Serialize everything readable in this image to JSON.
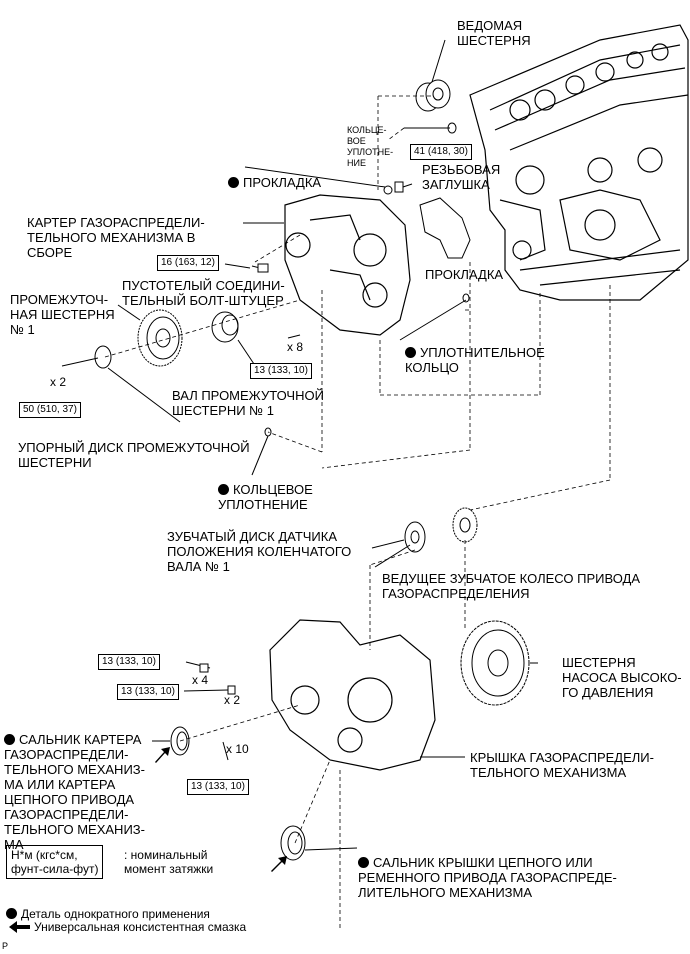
{
  "labels": {
    "driven_gear": "ВЕДОМАЯ\nШЕСТЕРНЯ",
    "o_ring_top": "КОЛЬЦЕ-\nВОЕ\nУПЛОТНЕ-\nНИЕ",
    "torque_41": "41 (418, 30)",
    "threaded_plug": "РЕЗЬБОВАЯ\nЗАГЛУШКА",
    "gasket_top": "ПРОКЛАДКА",
    "gasket_right": "ПРОКЛАДКА",
    "timing_case": "КАРТЕР ГАЗОРАСПРЕДЕЛИ-\nТЕЛЬНОГО МЕХАНИЗМА В\nСБОРЕ",
    "torque_16": "16 (163, 12)",
    "union_bolt": "ПУСТОТЕЛЫЙ СОЕДИНИ-\nТЕЛЬНЫЙ БОЛТ-ШТУЦЕР",
    "idler_gear": "ПРОМЕЖУТОЧ-\nНАЯ ШЕСТЕРНЯ\n№ 1",
    "seal_ring": "УПЛОТНИТЕЛЬНОЕ\nКОЛЬЦО",
    "qty_x8": "x 8",
    "torque_13_a": "13 (133, 10)",
    "qty_x2_a": "x 2",
    "torque_50": "50 (510, 37)",
    "idler_shaft": "ВАЛ ПРОМЕЖУТОЧНОЙ\nШЕСТЕРНИ № 1",
    "thrust_plate": "УПОРНЫЙ ДИСК ПРОМЕЖУТОЧНОЙ\nШЕСТЕРНИ",
    "o_ring_mid": "КОЛЬЦЕВОЕ\nУПЛОТНЕНИЕ",
    "crank_sensor_plate": "ЗУБЧАТЫЙ ДИСК ДАТЧИКА\nПОЛОЖЕНИЯ КОЛЕНЧАТОГО\nВАЛА № 1",
    "drive_gear": "ВЕДУЩЕЕ ЗУБЧАТОЕ КОЛЕСО ПРИВОДА\nГАЗОРАСПРЕДЕЛЕНИЯ",
    "torque_13_b": "13 (133, 10)",
    "qty_x4": "x 4",
    "torque_13_c": "13 (133, 10)",
    "qty_x2_b": "x 2",
    "hp_pump_gear": "ШЕСТЕРНЯ\nНАСОСА ВЫСОКО-\nГО ДАВЛЕНИЯ",
    "oil_seal_case": "САЛЬНИК КАРТЕРА\nГАЗОРАСПРЕДЕЛИ-\nТЕЛЬНОГО МЕХАНИЗ-\nМА ИЛИ КАРТЕРА\nЦЕПНОГО ПРИВОДА\nГАЗОРАСПРЕДЕЛИ-\nТЕЛЬНОГО МЕХАНИЗ-\nМА",
    "qty_x10": "x 10",
    "torque_13_d": "13 (133, 10)",
    "timing_cover": "КРЫШКА ГАЗОРАСПРЕДЕЛИ-\nТЕЛЬНОГО МЕХАНИЗМА",
    "oil_seal_cover": "САЛЬНИК КРЫШКИ ЦЕПНОГО ИЛИ\nРЕМЕННОГО ПРИВОДА ГАЗОРАСПРЕДЕ-\nЛИТЕЛЬНОГО МЕХАНИЗМА"
  },
  "legend": {
    "units_box": "Н*м (кгс*см,\nфунт-сила-фут)",
    "units_desc": ": номинальный\nмомент затяжки",
    "single_use": "Деталь однократного применения",
    "grease": "Универсальная консистентная смазка",
    "corner_mark": "P"
  }
}
